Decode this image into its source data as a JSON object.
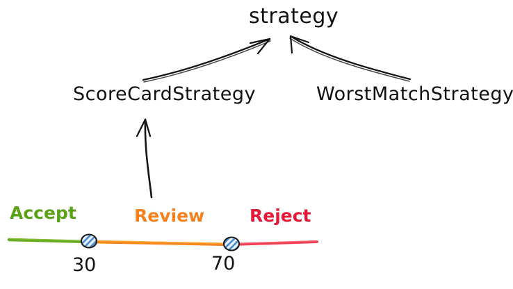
{
  "diagram": {
    "title_text": "strategy",
    "background_color": "#ffffff",
    "ink_color": "#111111",
    "style": "hand-drawn sketch",
    "nodes": {
      "root": {
        "label": "strategy"
      },
      "left_child": {
        "label": "ScoreCardStrategy"
      },
      "right_child": {
        "label": "WorstMatchStrategy",
        "clipped_at_right_edge": true
      }
    },
    "edges": [
      {
        "name": "scorecard-to-strategy",
        "from": "ScoreCardStrategy",
        "to": "strategy",
        "arrowhead": "end"
      },
      {
        "name": "worstmatch-to-strategy",
        "from": "WorstMatchStrategy",
        "to": "strategy",
        "arrowhead": "end"
      },
      {
        "name": "numberline-to-scorecard",
        "from": "number-line",
        "to": "ScoreCardStrategy",
        "arrowhead": "end"
      }
    ]
  },
  "number_line": {
    "bands": [
      {
        "name": "accept",
        "label": "Accept",
        "color": "#5aa213",
        "range": "0-30"
      },
      {
        "name": "review",
        "label": "Review",
        "color": "#f5821f",
        "range": "30-70"
      },
      {
        "name": "reject",
        "label": "Reject",
        "color": "#e31937",
        "range": "70-100"
      }
    ],
    "band_line_colors": {
      "accept": "#6aaa21",
      "review": "#f5891f",
      "reject": "#ef4055"
    },
    "thresholds": [
      {
        "name": "low-threshold",
        "value": "30"
      },
      {
        "name": "high-threshold",
        "value": "70"
      }
    ],
    "marker_style": {
      "fill": "#dce9f7",
      "hatch_color": "#3f7fc6",
      "outline": "#1a1a1a"
    }
  }
}
